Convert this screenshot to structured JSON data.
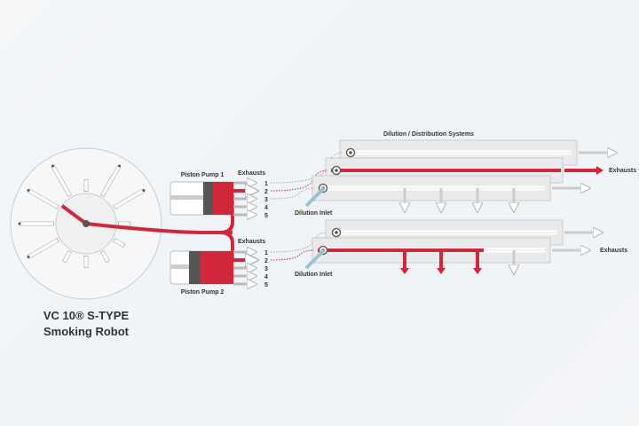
{
  "robot": {
    "title_line1": "VC 10® S-TYPE",
    "title_line2": "Smoking Robot"
  },
  "pumps": [
    {
      "label": "Piston Pump 1",
      "exhausts_label": "Exhausts"
    },
    {
      "label": "Piston Pump 2",
      "exhausts_label": "Exhausts"
    }
  ],
  "ports": [
    "1",
    "2",
    "3",
    "4",
    "5"
  ],
  "dilution": {
    "title": "Dilution / Distribution Systems",
    "inlet_label": "Dilution Inlet",
    "exhausts_label": "Exhausts"
  },
  "colors": {
    "red": "#d0283a",
    "gray": "#555555",
    "line": "#bbbbbb"
  }
}
